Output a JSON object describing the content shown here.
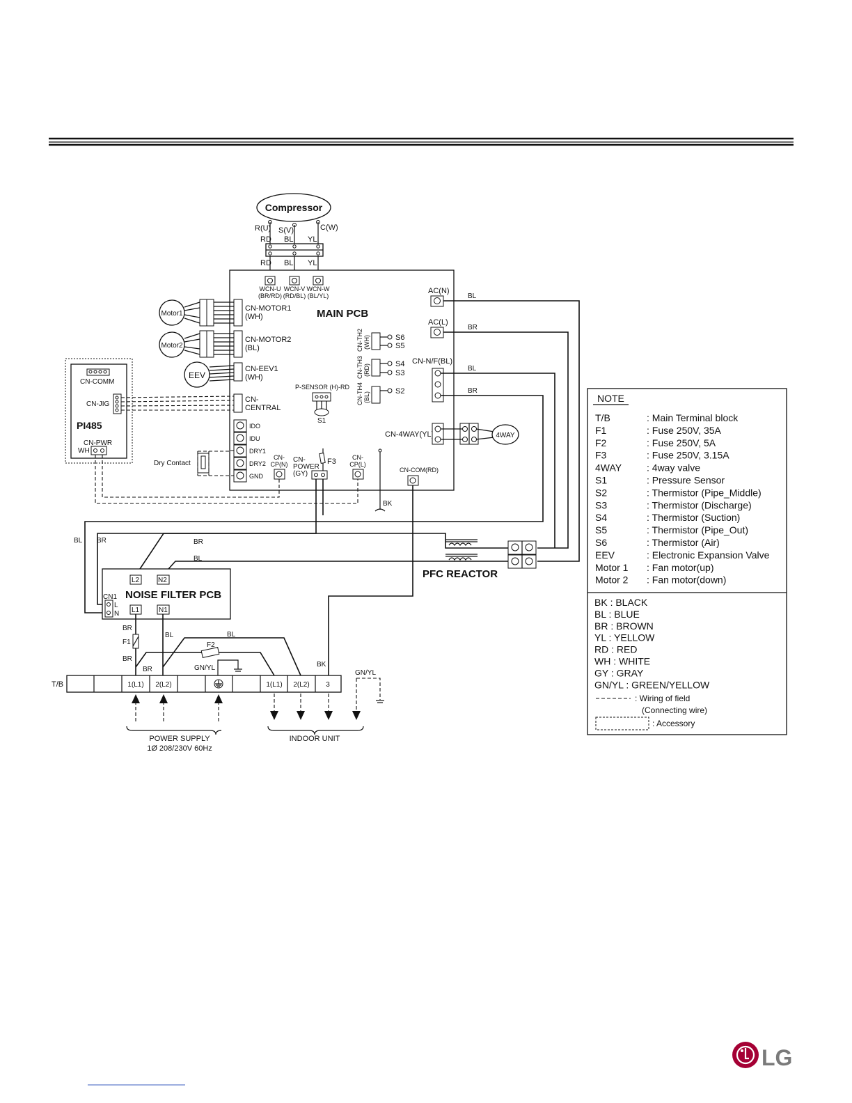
{
  "compressor": {
    "label": "Compressor",
    "terminals": [
      "R(U)",
      "S(V)",
      "C(W)"
    ]
  },
  "wire_colors_top": [
    "RD",
    "BL",
    "YL"
  ],
  "main_pcb": {
    "title": "MAIN PCB",
    "wcn": [
      "WCN-U",
      "WCN-V",
      "WCN-W"
    ],
    "wcn_sub": [
      "(BR/RD)",
      "(RD/BL)",
      "(BL/YL)"
    ],
    "ac_n": "AC(N)",
    "ac_l": "AC(L)",
    "cn_nf": "CN-N/F(BL)",
    "cn_motor1": [
      "CN-MOTOR1",
      "(WH)"
    ],
    "cn_motor2": [
      "CN-MOTOR2",
      "(BL)"
    ],
    "cn_eev1": [
      "CN-EEV1",
      "(WH)"
    ],
    "cn_central": [
      "CN-",
      "CENTRAL"
    ],
    "th2": "CN-TH2",
    "th2_sub": "(WH)",
    "th3": "CN-TH3",
    "th3_sub": "(RD)",
    "th4": "CN-TH4",
    "th4_sub": "(BL)",
    "s6": "S6",
    "s5": "S5",
    "s4": "S4",
    "s3": "S3",
    "s2": "S2",
    "s1": "S1",
    "p_sensor": "P-SENSOR (H)-RD",
    "cn_4way": "CN-4WAY(YL)",
    "dry_terms": [
      "IDO",
      "IDU",
      "DRY1",
      "DRY2",
      "GND"
    ],
    "cp_n": [
      "CN-",
      "CP(N)"
    ],
    "cn_power": [
      "CN-",
      "POWER",
      "(GY)"
    ],
    "f3": "F3",
    "cp_l": [
      "CN-",
      "CP(L)"
    ],
    "cn_com": "CN-COM(RD)",
    "bk": "BK"
  },
  "motor1": "Motor1",
  "motor2": "Motor2",
  "eev": "EEV",
  "fourway": "4WAY",
  "pi485": {
    "cn_comm": "CN-COMM",
    "cn_jig": "CN-JIG",
    "title": "PI485",
    "cn_pwr": "CN-PWR",
    "wh": "WH"
  },
  "dry_contact": "Dry Contact",
  "wire_bl": "BL",
  "wire_br": "BR",
  "pfc_reactor": "PFC REACTOR",
  "noise_filter": {
    "title": "NOISE FILTER PCB",
    "l2": "L2",
    "n2": "N2",
    "cn1": "CN1",
    "l": "L",
    "n": "N",
    "l1": "L1",
    "n1": "N1"
  },
  "f1": "F1",
  "f2": "F2",
  "gnyl": "GN/YL",
  "terminal_block": {
    "label": "T/B",
    "t1": "1(L1)",
    "t2": "2(L2)",
    "t3": "3"
  },
  "power_supply": [
    "POWER SUPPLY",
    "1Ø 208/230V 60Hz"
  ],
  "indoor_unit": "INDOOR UNIT",
  "note": {
    "title": "NOTE",
    "items": [
      {
        "k": "T/B",
        "v": ": Main Terminal block"
      },
      {
        "k": "F1",
        "v": ": Fuse 250V, 35A"
      },
      {
        "k": "F2",
        "v": ": Fuse 250V, 5A"
      },
      {
        "k": "F3",
        "v": ": Fuse 250V, 3.15A"
      },
      {
        "k": "4WAY",
        "v": ": 4way valve"
      },
      {
        "k": "S1",
        "v": ": Pressure Sensor"
      },
      {
        "k": "S2",
        "v": ": Thermistor (Pipe_Middle)"
      },
      {
        "k": "S3",
        "v": ": Thermistor (Discharge)"
      },
      {
        "k": "S4",
        "v": ": Thermistor (Suction)"
      },
      {
        "k": "S5",
        "v": ": Thermistor (Pipe_Out)"
      },
      {
        "k": "S6",
        "v": ": Thermistor (Air)"
      },
      {
        "k": "EEV",
        "v": ": Electronic Expansion Valve"
      },
      {
        "k": "Motor 1",
        "v": ": Fan motor(up)"
      },
      {
        "k": "Motor 2",
        "v": ": Fan motor(down)"
      }
    ],
    "colors": [
      "BK : BLACK",
      "BL : BLUE",
      "BR : BROWN",
      "YL : YELLOW",
      "RD : RED",
      "WH : WHITE",
      "GY : GRAY",
      "GN/YL : GREEN/YELLOW"
    ],
    "field_wiring": [
      ": Wiring of field",
      "(Connecting wire)"
    ],
    "accessory": ": Accessory"
  },
  "brand": "LG",
  "brand_color": "#a50034"
}
